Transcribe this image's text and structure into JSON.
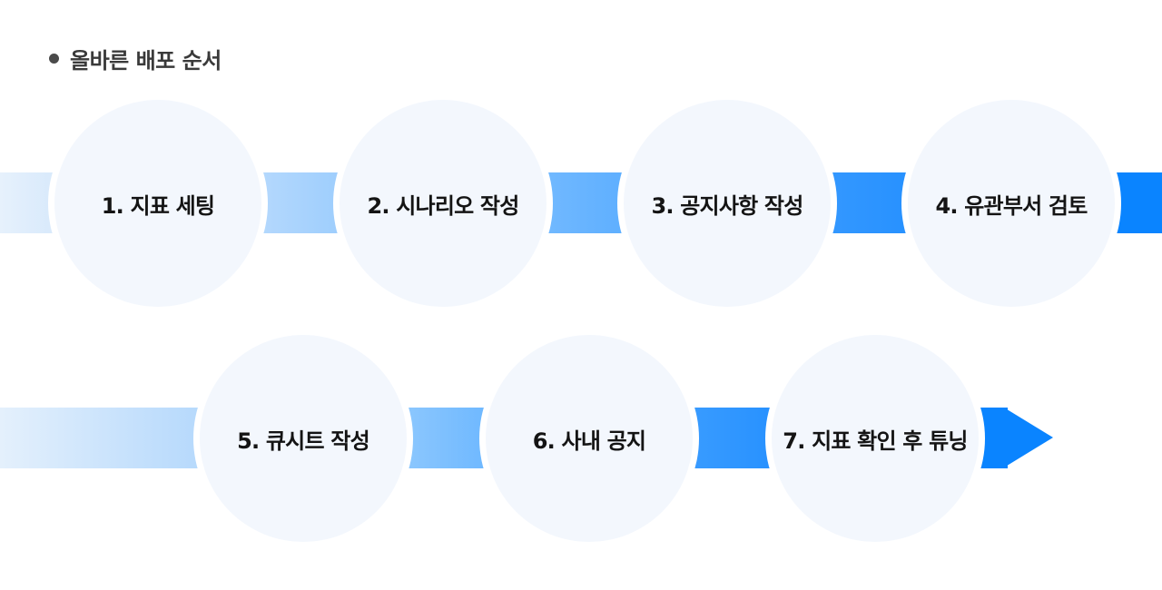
{
  "heading": {
    "text": "올바른 배포 순서"
  },
  "steps": [
    {
      "label": "1. 지표 세팅"
    },
    {
      "label": "2. 시나리오 작성"
    },
    {
      "label": "3. 공지사항 작성"
    },
    {
      "label": "4. 유관부서 검토"
    },
    {
      "label": "5. 큐시트 작성"
    },
    {
      "label": "6. 사내 공지"
    },
    {
      "label": "7. 지표 확인 후 튜닝"
    }
  ],
  "colors": {
    "heading_text": "#3a3a3a",
    "circle_fill": "#f3f7fd",
    "band_light": "#e4f0fc",
    "band_mid": "#5aaeff",
    "band_dark": "#0a84ff",
    "step_text": "#141414"
  }
}
